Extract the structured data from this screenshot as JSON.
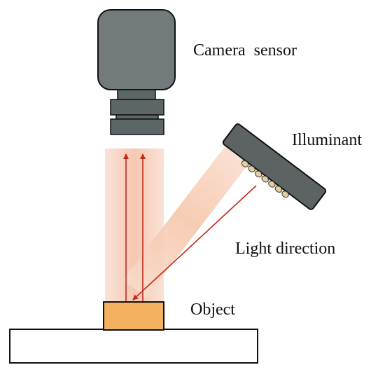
{
  "labels": {
    "camera_sensor": "Camera  sensor",
    "illuminant": "Illuminant",
    "light_direction": "Light direction",
    "object": "Object"
  },
  "colors": {
    "camera_body": "#727a7b",
    "lens_rings": "#5d6667",
    "illuminant_body": "#5d6263",
    "led": "#e5cf9c",
    "beam": "#f7c7ae",
    "ray": "#c22a1b",
    "object": "#f4b15f",
    "stage": "#ffffff",
    "outline": "#111111"
  },
  "icons": {
    "camera": "camera-sensor-icon",
    "illuminant": "led-illuminant-icon"
  }
}
